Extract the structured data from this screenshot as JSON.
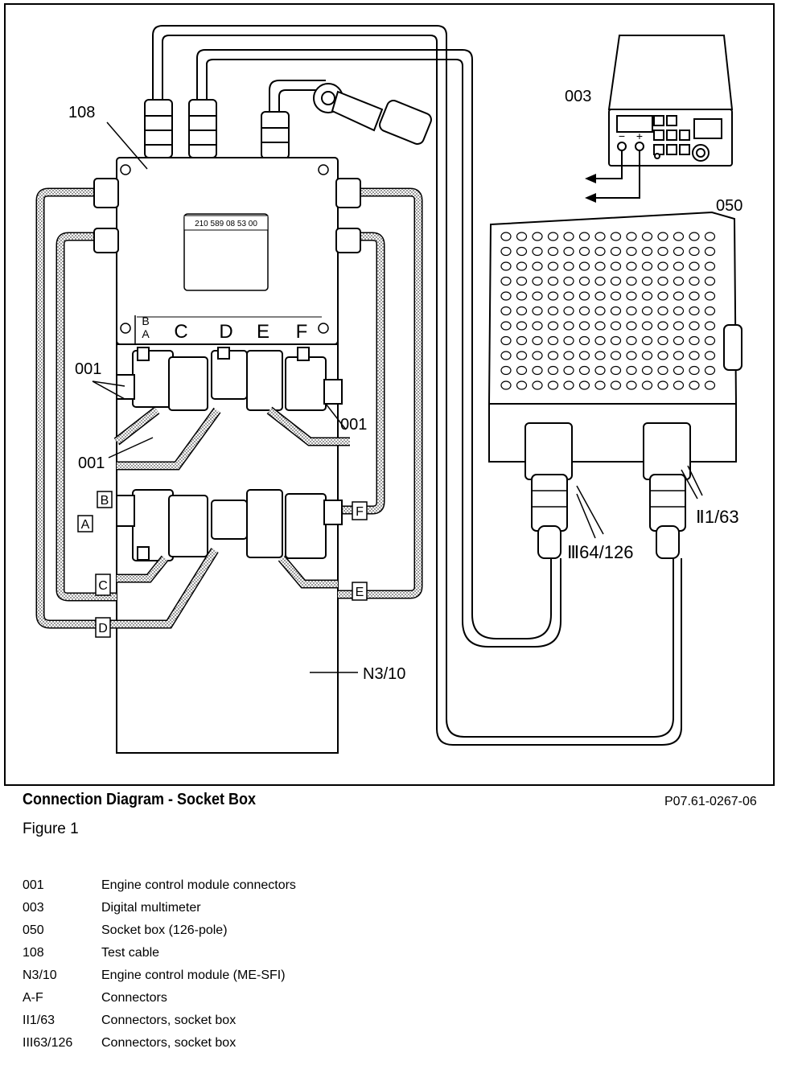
{
  "diagram": {
    "callouts": {
      "test_cable": "108",
      "multimeter": "003",
      "socket_box": "050",
      "ecm_connectors": "001",
      "ecm": "N3/10",
      "conn_1_63": "Ⅱ1/63",
      "conn_64_126": "Ⅲ64/126"
    },
    "module_part_number": "210 589 08 53 00",
    "module_slots": [
      "B",
      "A",
      "C",
      "D",
      "E",
      "F"
    ],
    "connector_tags": [
      "A",
      "B",
      "C",
      "D",
      "E",
      "F"
    ],
    "meter_signs": [
      "−",
      "+"
    ]
  },
  "caption": {
    "title": "Connection Diagram - Socket Box",
    "figure": "Figure 1",
    "reference": "P07.61-0267-06"
  },
  "legend": [
    {
      "key": "001",
      "value": "Engine control module connectors"
    },
    {
      "key": "003",
      "value": "Digital multimeter"
    },
    {
      "key": "050",
      "value": "Socket box (126-pole)"
    },
    {
      "key": "108",
      "value": "Test cable"
    },
    {
      "key": "N3/10",
      "value": "Engine control module (ME-SFI)"
    },
    {
      "key": "A-F",
      "value": "Connectors"
    },
    {
      "key": "II1/63",
      "value": "Connectors, socket box"
    },
    {
      "key": "III63/126",
      "value": "Connectors, socket box"
    }
  ]
}
